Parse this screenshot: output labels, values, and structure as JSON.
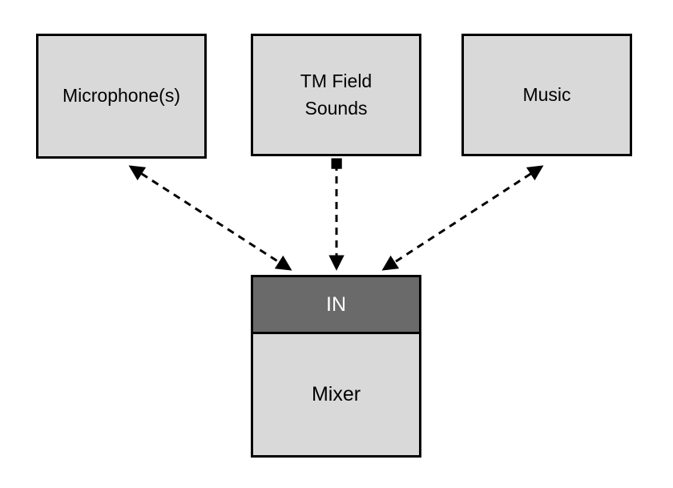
{
  "diagram": {
    "nodes": {
      "microphones": {
        "label": "Microphone(s)"
      },
      "tm_field_sounds": {
        "label": "TM Field Sounds"
      },
      "music": {
        "label": "Music"
      },
      "mixer_in": {
        "label": "IN"
      },
      "mixer": {
        "label": "Mixer"
      }
    },
    "connectors": [
      {
        "from": "microphones",
        "to": "mixer_in",
        "line": "dashed",
        "ends": "arrowhead-both"
      },
      {
        "from": "tm_field_sounds",
        "to": "mixer_in",
        "line": "dashed",
        "ends": "square-start-arrowhead-end"
      },
      {
        "from": "music",
        "to": "mixer_in",
        "line": "dashed",
        "ends": "arrowhead-both"
      }
    ],
    "colors": {
      "background": "#ffffff",
      "node_fill": "#d9d9d9",
      "node_border": "#000000",
      "in_header_fill": "#6a6a6a",
      "in_header_text": "#ffffff",
      "connector": "#000000"
    }
  }
}
